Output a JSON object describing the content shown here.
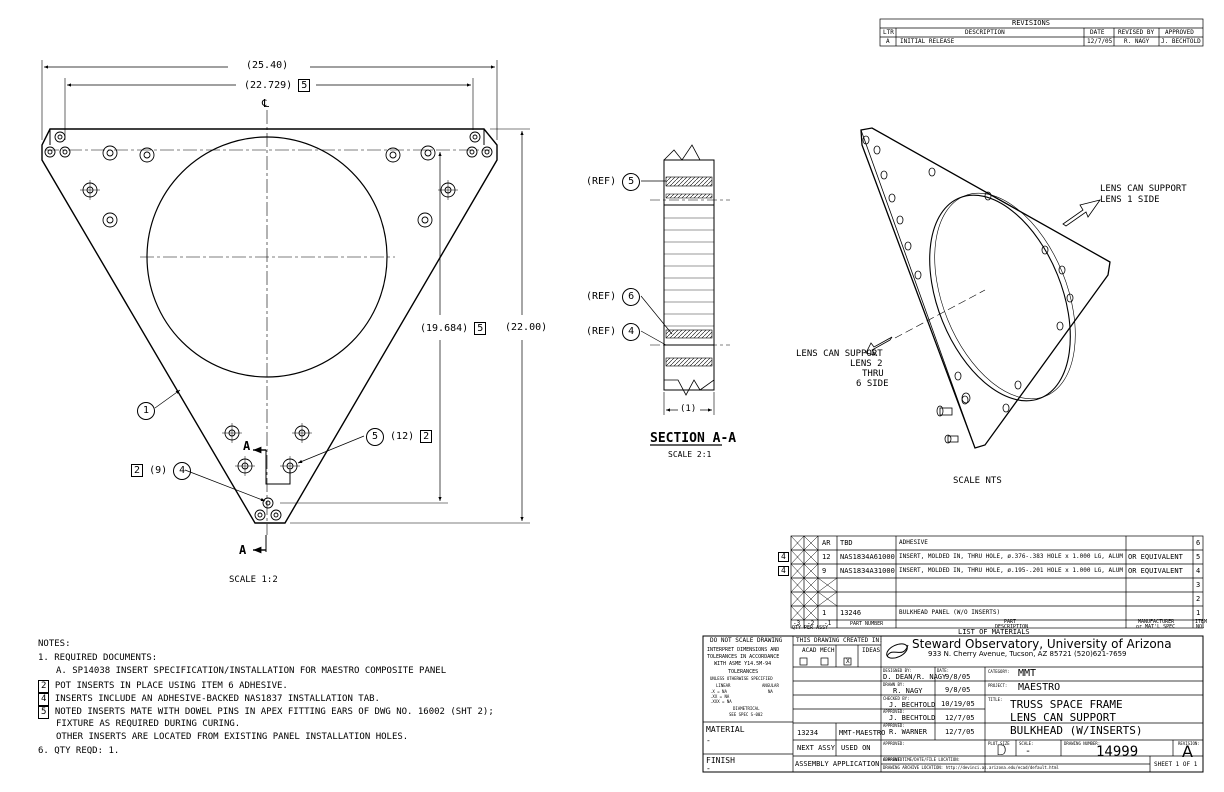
{
  "revisions": {
    "title": "REVISIONS",
    "headers": [
      "LTR",
      "DESCRIPTION",
      "DATE",
      "REVISED BY",
      "APPROVED"
    ],
    "row": [
      "A",
      "INITIAL RELEASE",
      "12/7/05",
      "R. NAGY",
      "J. BECHTOLD"
    ]
  },
  "front_view": {
    "dim_width_overall": "(25.40)",
    "dim_width_inserts": "(22.729)",
    "dim_height_inserts": "(19.684)",
    "dim_height_overall": "(22.00)",
    "box_5": "5",
    "centerline": "℄",
    "callout_1": "1",
    "callout_5": "5",
    "callout_5_qty": "(12)",
    "callout_5_box": "2",
    "callout_4_box": "2",
    "callout_4_qty": "(9)",
    "callout_4": "4",
    "section_marker": "A",
    "scale": "SCALE 1:2"
  },
  "section_view": {
    "ref": "(REF)",
    "balloon_5": "5",
    "balloon_6": "6",
    "balloon_4": "4",
    "dim_thickness": "(1)",
    "title": "SECTION A-A",
    "scale": "SCALE 2:1"
  },
  "iso_view": {
    "label_side1_a": "LENS CAN SUPPORT",
    "label_side1_b": "LENS 1 SIDE",
    "label_side2_a": "LENS CAN SUPPORT",
    "label_side2_b": "LENS 2",
    "label_side2_c": "THRU",
    "label_side2_d": "6 SIDE",
    "scale": "SCALE NTS"
  },
  "notes": {
    "title": "NOTES:",
    "items": [
      "1. REQUIRED DOCUMENTS:",
      "A. SP14038 INSERT SPECIFICATION/INSTALLATION FOR MAESTRO COMPOSITE PANEL",
      "POT INSERTS IN PLACE USING ITEM 6 ADHESIVE.",
      "INSERTS INCLUDE AN ADHESIVE-BACKED NAS1837 INSTALLATION TAB.",
      "NOTED INSERTS MATE WITH DOWEL PINS IN APEX FITTING EARS OF DWG NO. 16002 (SHT 2);",
      "FIXTURE AS REQUIRED DURING CURING.",
      "OTHER INSERTS ARE LOCATED FROM EXISTING PANEL INSTALLATION HOLES.",
      "6. QTY REQD: 1."
    ],
    "flags": [
      "2",
      "4",
      "5"
    ]
  },
  "bom": {
    "rows": [
      {
        "flag": "",
        "qty": "AR",
        "part": "TBD",
        "desc": "ADHESIVE",
        "mfr": "",
        "item": "6"
      },
      {
        "flag": "4",
        "qty": "12",
        "part": "NAS1834A61000",
        "desc": "INSERT, MOLDED IN, THRU HOLE, ø.376-.383 HOLE x 1.000 LG, ALUM",
        "mfr": "OR EQUIVALENT",
        "item": "5"
      },
      {
        "flag": "4",
        "qty": "9",
        "part": "NAS1834A31000",
        "desc": "INSERT, MOLDED IN, THRU HOLE, ø.195-.201 HOLE x 1.000 LG, ALUM",
        "mfr": "OR EQUIVALENT",
        "item": "4"
      },
      {
        "flag": "",
        "qty": "",
        "part": "",
        "desc": "",
        "mfr": "",
        "item": "3"
      },
      {
        "flag": "",
        "qty": "",
        "part": "",
        "desc": "",
        "mfr": "",
        "item": "2"
      },
      {
        "flag": "",
        "qty": "1",
        "part": "13246",
        "desc": "BULKHEAD PANEL (W/O INSERTS)",
        "mfr": "",
        "item": "1"
      }
    ],
    "hdr_dash3": "-3",
    "hdr_dash2": "-2",
    "hdr_dash1": "-1",
    "hdr_qty": "QTY PER ASSY",
    "hdr_part": "PART NUMBER",
    "hdr_desc_a": "PART",
    "hdr_desc_b": "DESCRIPTION",
    "hdr_mfr_a": "MANUFACTURER",
    "hdr_mfr_b": "or MAT'L SPEC",
    "hdr_item_a": "ITEM",
    "hdr_item_b": "NO.",
    "title": "LIST OF MATERIALS"
  },
  "titleblock": {
    "dnsd": "DO NOT SCALE DRAWING",
    "interp1": "INTERPRET DIMENSIONS AND",
    "interp2": "TOLERANCES IN ACCORDANCE",
    "interp3": "WITH ASME Y14.5M-94",
    "tol_title": "TOLERANCES",
    "tol_sub": "UNLESS OTHERWISE SPECIFIED",
    "tol_linear": "LINEAR",
    "tol_angular": "ANGULAR",
    "tol_x": ".X   = NA",
    "tol_xx": ".XX  = NA",
    "tol_xxx": ".XXX = NA",
    "tol_ang_val": "NA",
    "diam": "DIAMETRICAL",
    "diam_spec": "SEE SPEC S-002",
    "created_in": "THIS DRAWING CREATED IN:",
    "acad": "ACAD",
    "mech": "MECH",
    "ideas": "IDEAS",
    "ideas_mark": "X",
    "org": "Steward Observatory, University of Arizona",
    "address": "933 N. Cherry Avenue, Tucson, AZ  85721   (520)621-7659",
    "designed_lbl": "DESIGNED BY:",
    "designed": "D. DEAN/R. NAGY",
    "designed_date_lbl": "DATE:",
    "designed_date": "9/8/05",
    "drawn_lbl": "DRAWN BY:",
    "drawn": "R. NAGY",
    "drawn_date": "9/8/05",
    "checked_lbl": "CHECKED BY:",
    "checked": "J. BECHTOLD",
    "checked_date": "10/19/05",
    "approved_lbl": "APPROVED:",
    "approved1": "J. BECHTOLD",
    "approved1_date": "12/7/05",
    "approved2": "R. WARNER",
    "approved2_date": "12/7/05",
    "approved3_lbl": "APPROVED:",
    "approved4_lbl": "APPROVED:",
    "category_lbl": "CATEGORY:",
    "category": "MMT",
    "project_lbl": "PROJECT:",
    "project": "MAESTRO",
    "title_lbl": "TITLE:",
    "title1": "TRUSS SPACE FRAME",
    "title2": "LENS CAN SUPPORT",
    "title3": "BULKHEAD (W/INSERTS)",
    "plot_size_lbl": "PLOT SIZE",
    "plot_size": "D",
    "scale_lbl": "SCALE:",
    "scale": "-",
    "dwg_no_lbl": "DRAWING NUMBER:",
    "dwg_no": "14999",
    "rev_lbl": "REVISION:",
    "rev": "A",
    "material_lbl": "MATERIAL",
    "material": "-",
    "finish_lbl": "FINISH",
    "finish": "-",
    "next_assy_val": "13234",
    "used_on_val": "MMT-MAESTRO",
    "next_assy": "NEXT ASSY",
    "used_on": "USED ON",
    "assy_app": "ASSEMBLY APPLICATION",
    "file_loc": "CURRENT TIME/DATE/FILE LOCATION:",
    "archive": "DRAWING ARCHIVE LOCATION: http://devinci.as.arizona.edu/ecad/default.html",
    "sheet": "SHEET 1 OF 1"
  }
}
